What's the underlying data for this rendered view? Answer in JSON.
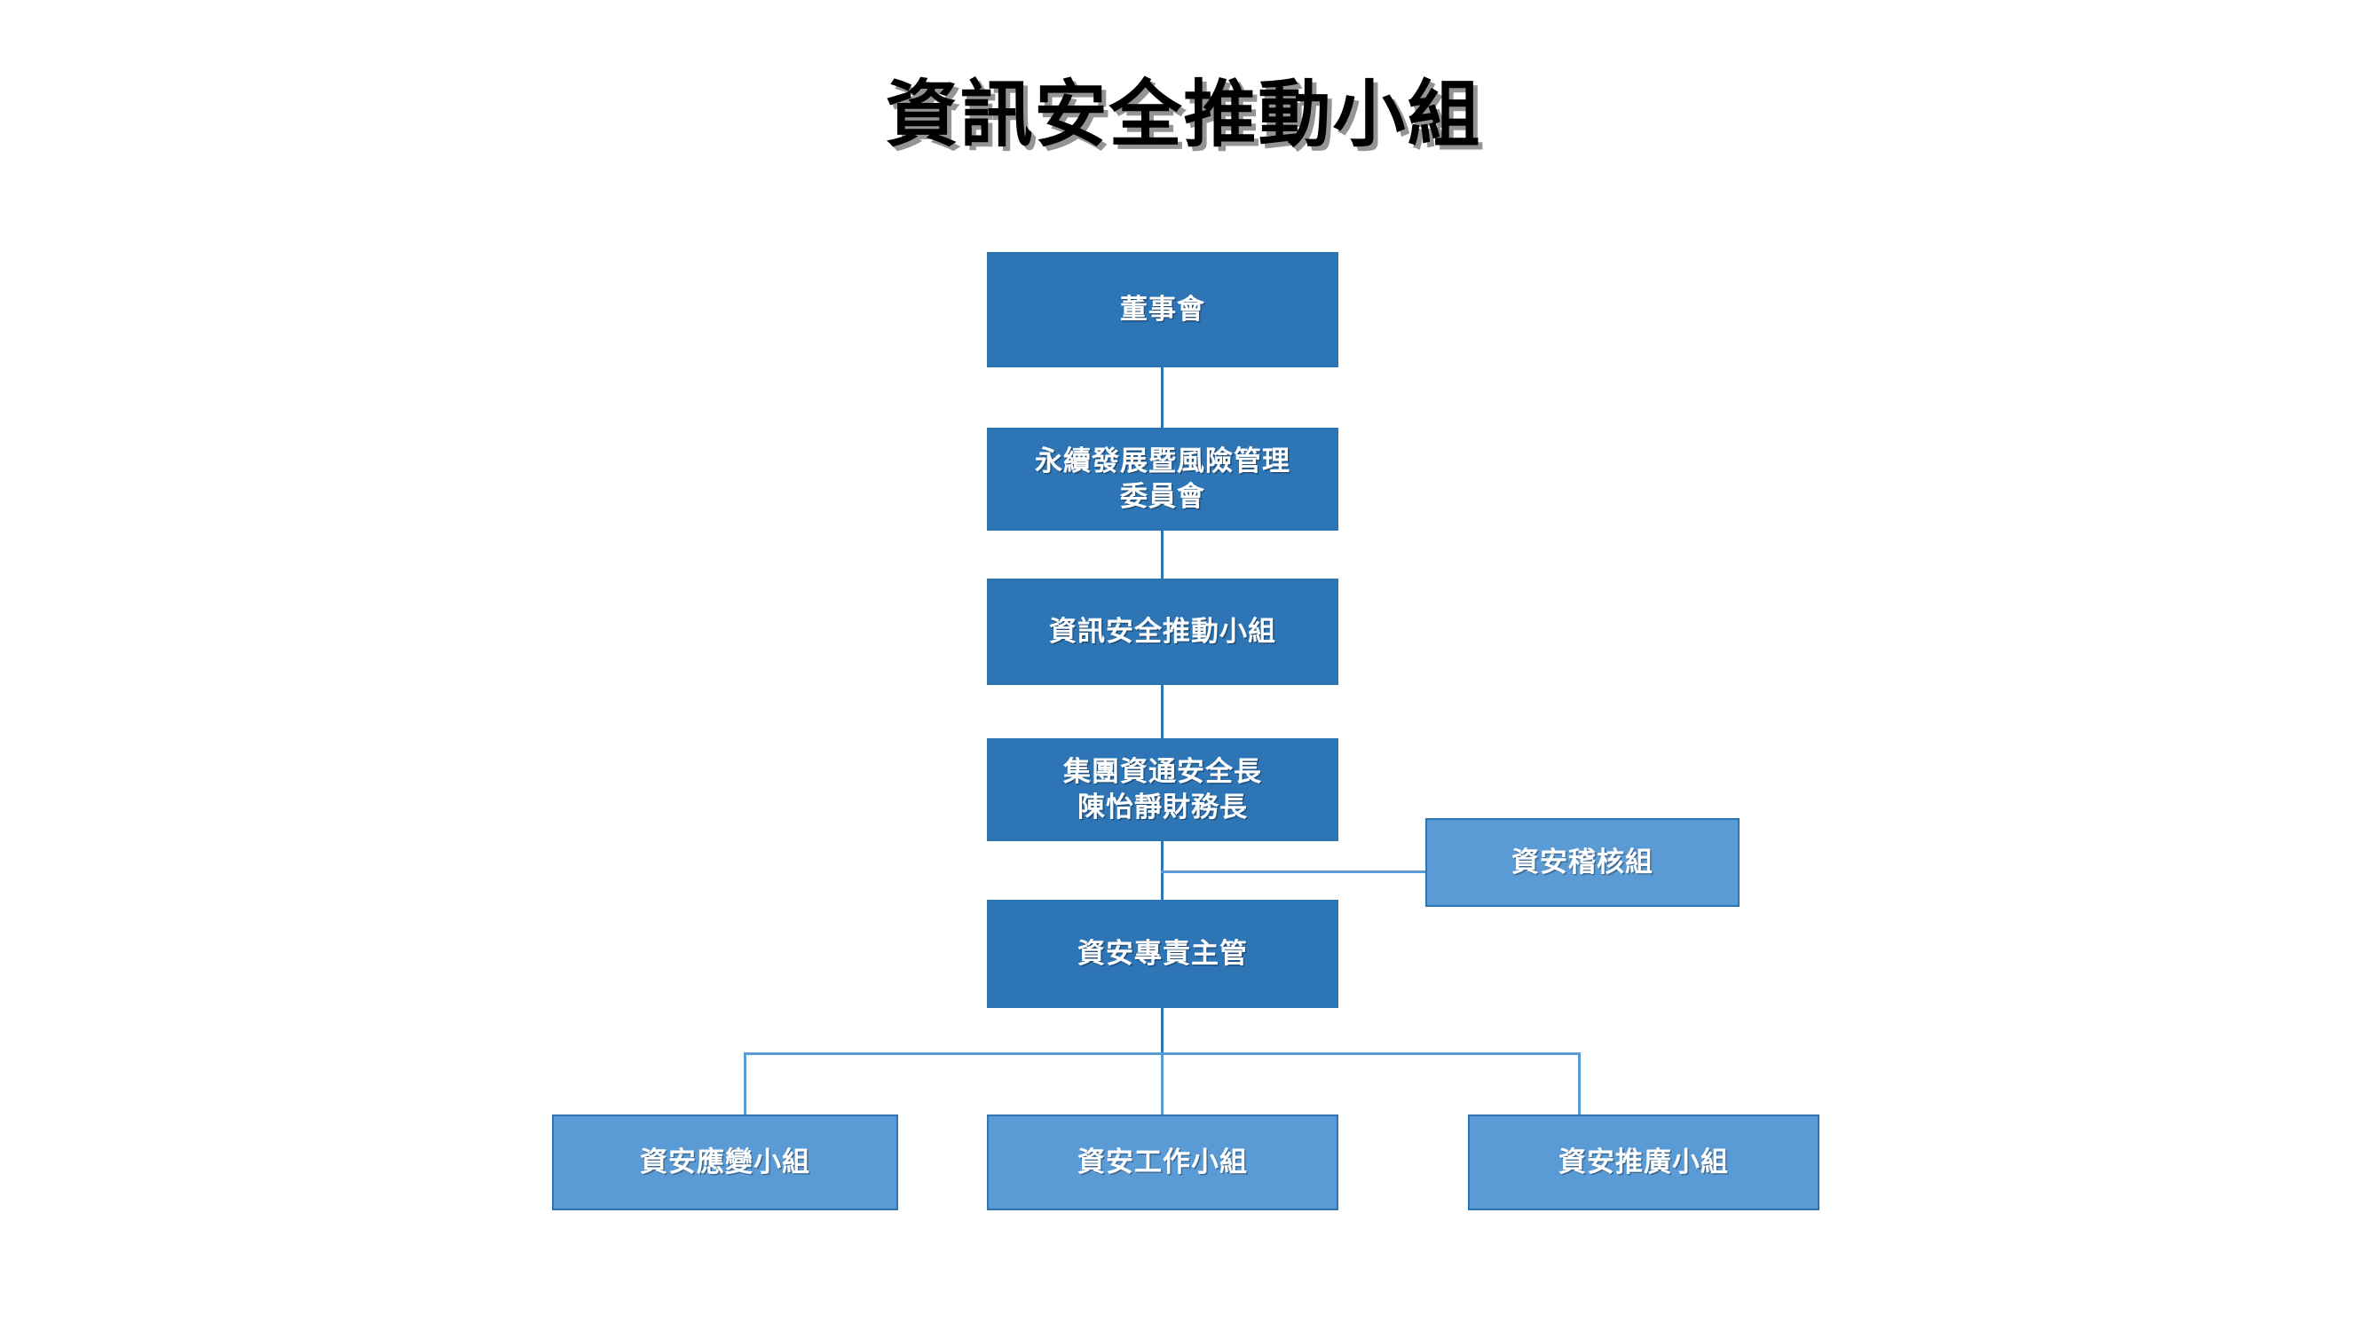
{
  "title": "資訊安全推動小組",
  "colors": {
    "primary_fill": "#2E75B6",
    "leaf_fill": "#5B9BD5",
    "leaf_border": "#2E75B6",
    "connector": "#2E75B6",
    "text": "#FFFFFF",
    "title_text": "#000000",
    "background": "#FFFFFF"
  },
  "chart_data": {
    "type": "org-chart",
    "title": "資訊安全推動小組",
    "orientation": "top-down",
    "nodes": [
      {
        "id": "board",
        "label": "董事會",
        "level": 1,
        "style": "primary"
      },
      {
        "id": "committee",
        "label": "永續發展暨風險管理\n委員會",
        "level": 2,
        "style": "primary"
      },
      {
        "id": "taskforce",
        "label": "資訊安全推動小組",
        "level": 3,
        "style": "primary"
      },
      {
        "id": "ciso",
        "label": "集團資通安全長\n陳怡靜財務長",
        "level": 4,
        "style": "primary"
      },
      {
        "id": "audit",
        "label": "資安稽核組",
        "level": 4,
        "style": "leaf"
      },
      {
        "id": "officer",
        "label": "資安專責主管",
        "level": 5,
        "style": "primary"
      },
      {
        "id": "response",
        "label": "資安應變小組",
        "level": 6,
        "style": "leaf"
      },
      {
        "id": "working",
        "label": "資安工作小組",
        "level": 6,
        "style": "leaf"
      },
      {
        "id": "promotion",
        "label": "資安推廣小組",
        "level": 6,
        "style": "leaf"
      }
    ],
    "edges": [
      {
        "from": "board",
        "to": "committee"
      },
      {
        "from": "committee",
        "to": "taskforce"
      },
      {
        "from": "taskforce",
        "to": "ciso"
      },
      {
        "from": "ciso",
        "to": "officer"
      },
      {
        "from": "ciso",
        "to": "audit",
        "type": "lateral"
      },
      {
        "from": "officer",
        "to": "response"
      },
      {
        "from": "officer",
        "to": "working"
      },
      {
        "from": "officer",
        "to": "promotion"
      }
    ]
  },
  "nodes": {
    "board": {
      "label": "董事會"
    },
    "committee": {
      "label": "永續發展暨風險管理\n委員會"
    },
    "taskforce": {
      "label": "資訊安全推動小組"
    },
    "ciso": {
      "label": "集團資通安全長\n陳怡靜財務長"
    },
    "audit": {
      "label": "資安稽核組"
    },
    "officer": {
      "label": "資安專責主管"
    },
    "response": {
      "label": "資安應變小組"
    },
    "working": {
      "label": "資安工作小組"
    },
    "promotion": {
      "label": "資安推廣小組"
    }
  }
}
